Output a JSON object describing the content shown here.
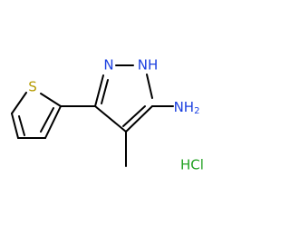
{
  "molecule": {
    "atoms": {
      "nitrogen_1": {
        "text": "N",
        "color": "#1a3fe0"
      },
      "nitrogen_2_h": {
        "text": "NH",
        "color": "#1a3fe0"
      },
      "amine": {
        "text": "NH",
        "subscript": "2",
        "color": "#1a3fe0"
      },
      "sulfur": {
        "text": "S",
        "color": "#b59a00"
      },
      "hcl": {
        "text": "HCl",
        "color": "#20a020"
      }
    },
    "bond_color": "#000000"
  }
}
